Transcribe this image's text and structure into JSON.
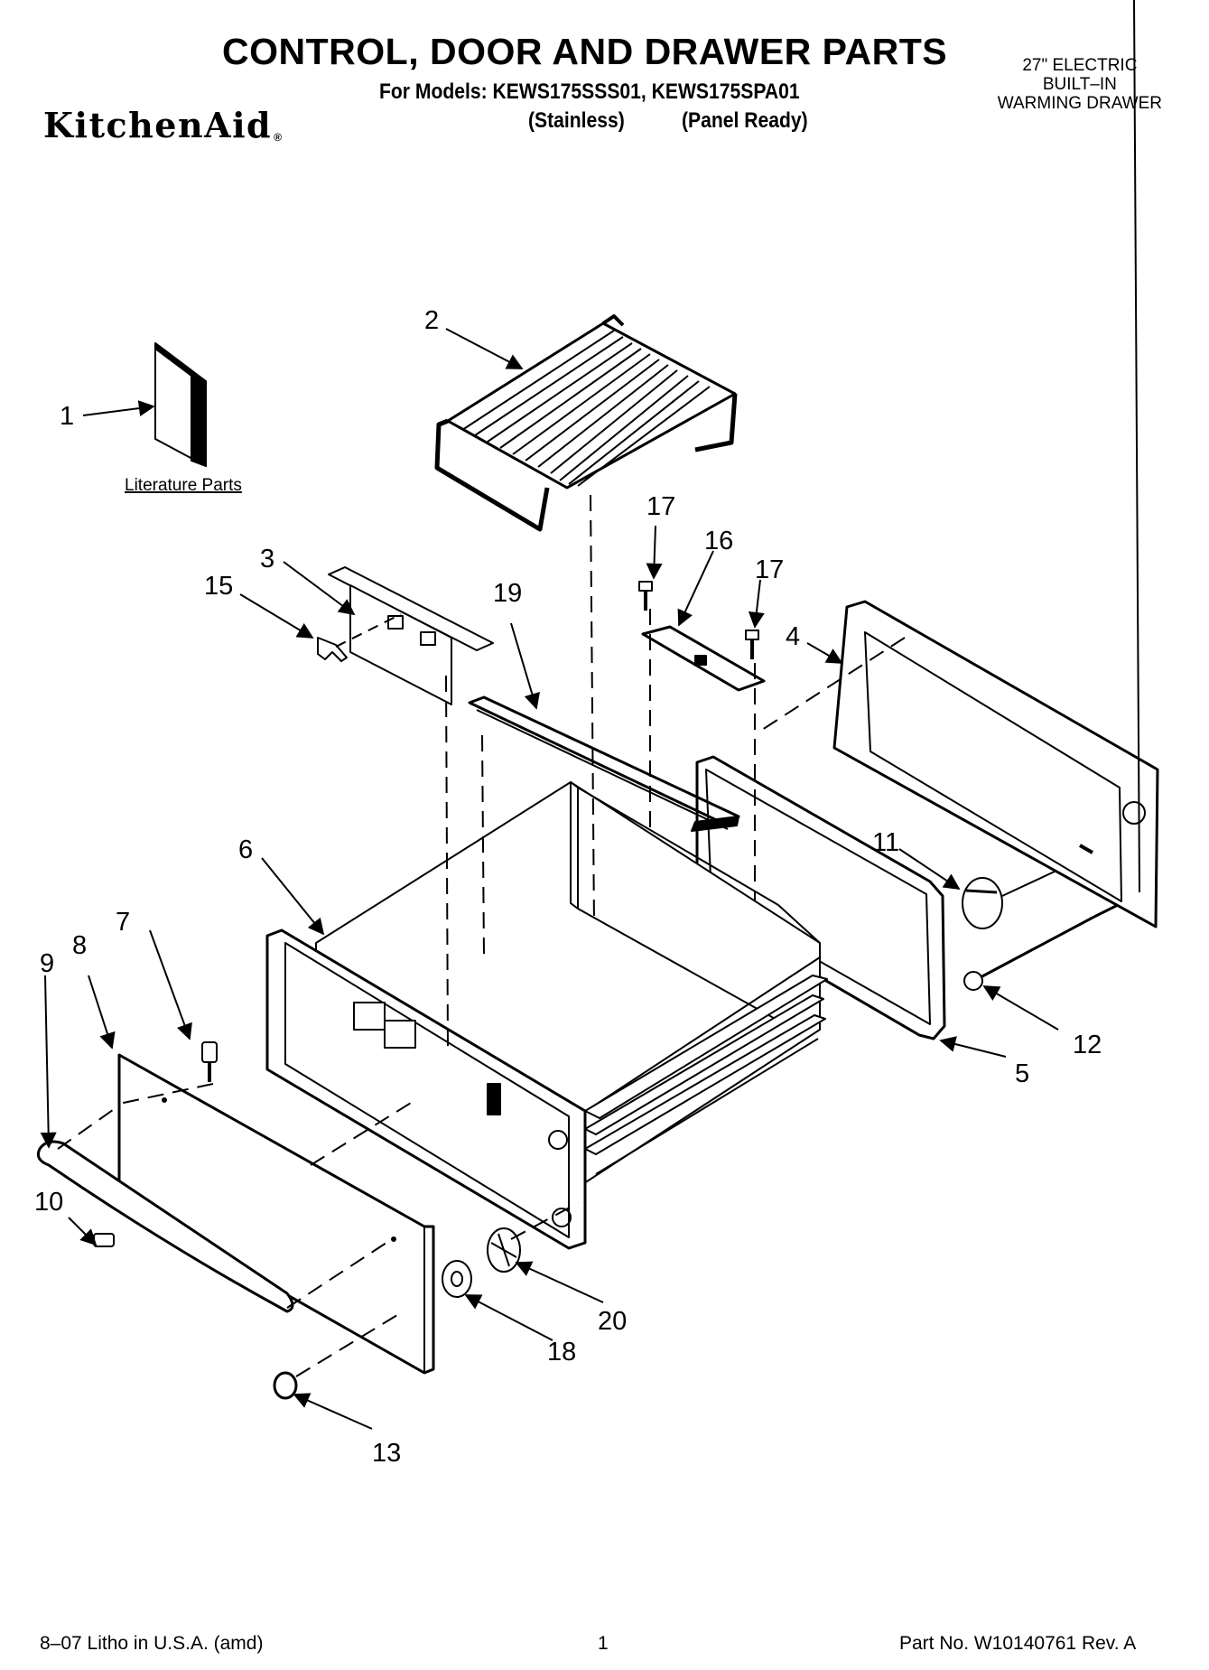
{
  "header": {
    "title": "CONTROL, DOOR AND DRAWER PARTS",
    "models": "For Models: KEWS175SSS01, KEWS175SPA01",
    "variant_stainless": "(Stainless)",
    "variant_panel": "(Panel Ready)",
    "brand": "KitchenAid",
    "brand_mark": "®",
    "product_line1": "27\" ELECTRIC",
    "product_line2": "BUILT–IN",
    "product_line3": "WARMING DRAWER"
  },
  "diagram": {
    "literature_label": "Literature Parts",
    "callouts": {
      "c1": "1",
      "c2": "2",
      "c3": "3",
      "c4": "4",
      "c5": "5",
      "c6": "6",
      "c7": "7",
      "c8": "8",
      "c9": "9",
      "c10": "10",
      "c11": "11",
      "c12": "12",
      "c13": "13",
      "c15": "15",
      "c16": "16",
      "c17a": "17",
      "c17b": "17",
      "c18": "18",
      "c19": "19",
      "c20": "20"
    }
  },
  "footer": {
    "litho": "8–07 Litho in U.S.A. (amd)",
    "page": "1",
    "part_no": "Part No. W10140761 Rev. A"
  }
}
